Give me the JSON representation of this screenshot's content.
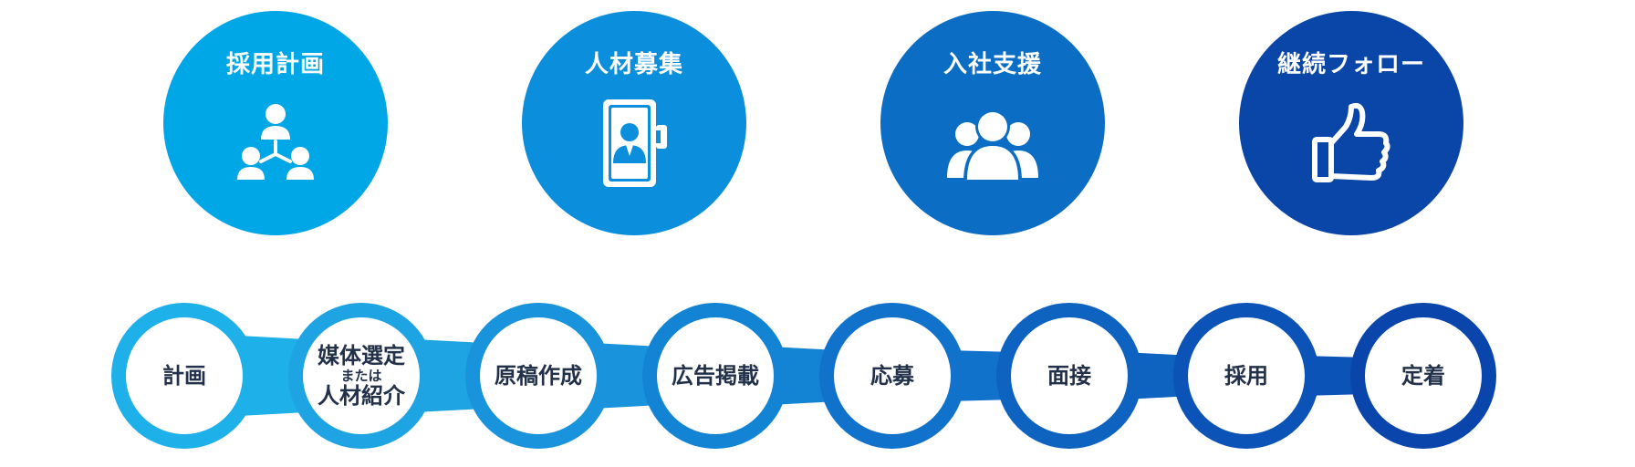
{
  "phases": [
    {
      "title": "採用計画",
      "icon": "org-chart-icon",
      "color": "#00a7e6"
    },
    {
      "title": "人材募集",
      "icon": "job-posting-icon",
      "color": "#0b8fdd"
    },
    {
      "title": "入社支援",
      "icon": "team-icon",
      "color": "#0b6ec4"
    },
    {
      "title": "継続フォロー",
      "icon": "thumbs-up-icon",
      "color": "#0a45a8"
    }
  ],
  "steps": [
    {
      "label": "計画",
      "color": "#1eb0e8"
    },
    {
      "label": "媒体選定",
      "sub": "または",
      "label2": "人材紹介",
      "color": "#1ea4e3"
    },
    {
      "label": "原稿作成",
      "color": "#1993dc"
    },
    {
      "label": "広告掲載",
      "color": "#1383d4"
    },
    {
      "label": "応募",
      "color": "#1172cb"
    },
    {
      "label": "面接",
      "color": "#0e62c0"
    },
    {
      "label": "採用",
      "color": "#0b53b6"
    },
    {
      "label": "定着",
      "color": "#0a45ab"
    }
  ]
}
